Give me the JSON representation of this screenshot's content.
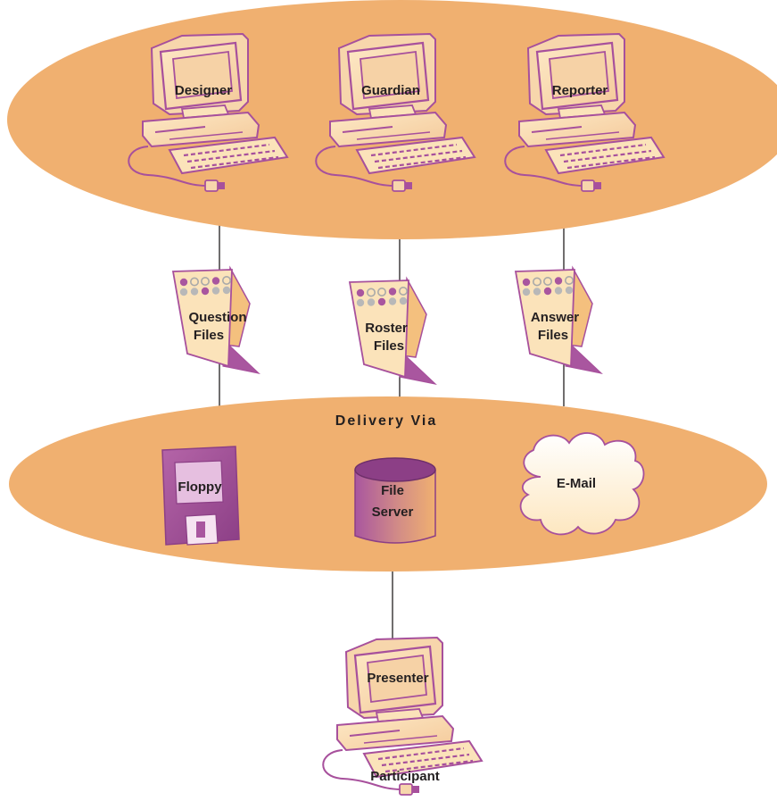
{
  "colors": {
    "ellipse": "#f0b070",
    "monitor_fill": "#fbe3ba",
    "monitor_edge": "#a7509c",
    "screen": "#f6d2a6",
    "accent": "#a9569f",
    "dot_grey": "#b8b8b8",
    "line": "#231f20"
  },
  "computers": {
    "designer": "Designer",
    "guardian": "Guardian",
    "reporter": "Reporter",
    "presenter": "Presenter"
  },
  "files": {
    "question": [
      "Question",
      "Files"
    ],
    "roster": [
      "Roster",
      "Files"
    ],
    "answer": [
      "Answer",
      "Files"
    ]
  },
  "delivery": {
    "title": "Delivery Via",
    "floppy": "Floppy",
    "file_server": [
      "File",
      "Server"
    ],
    "email": "E-Mail"
  },
  "participant": "Participant"
}
